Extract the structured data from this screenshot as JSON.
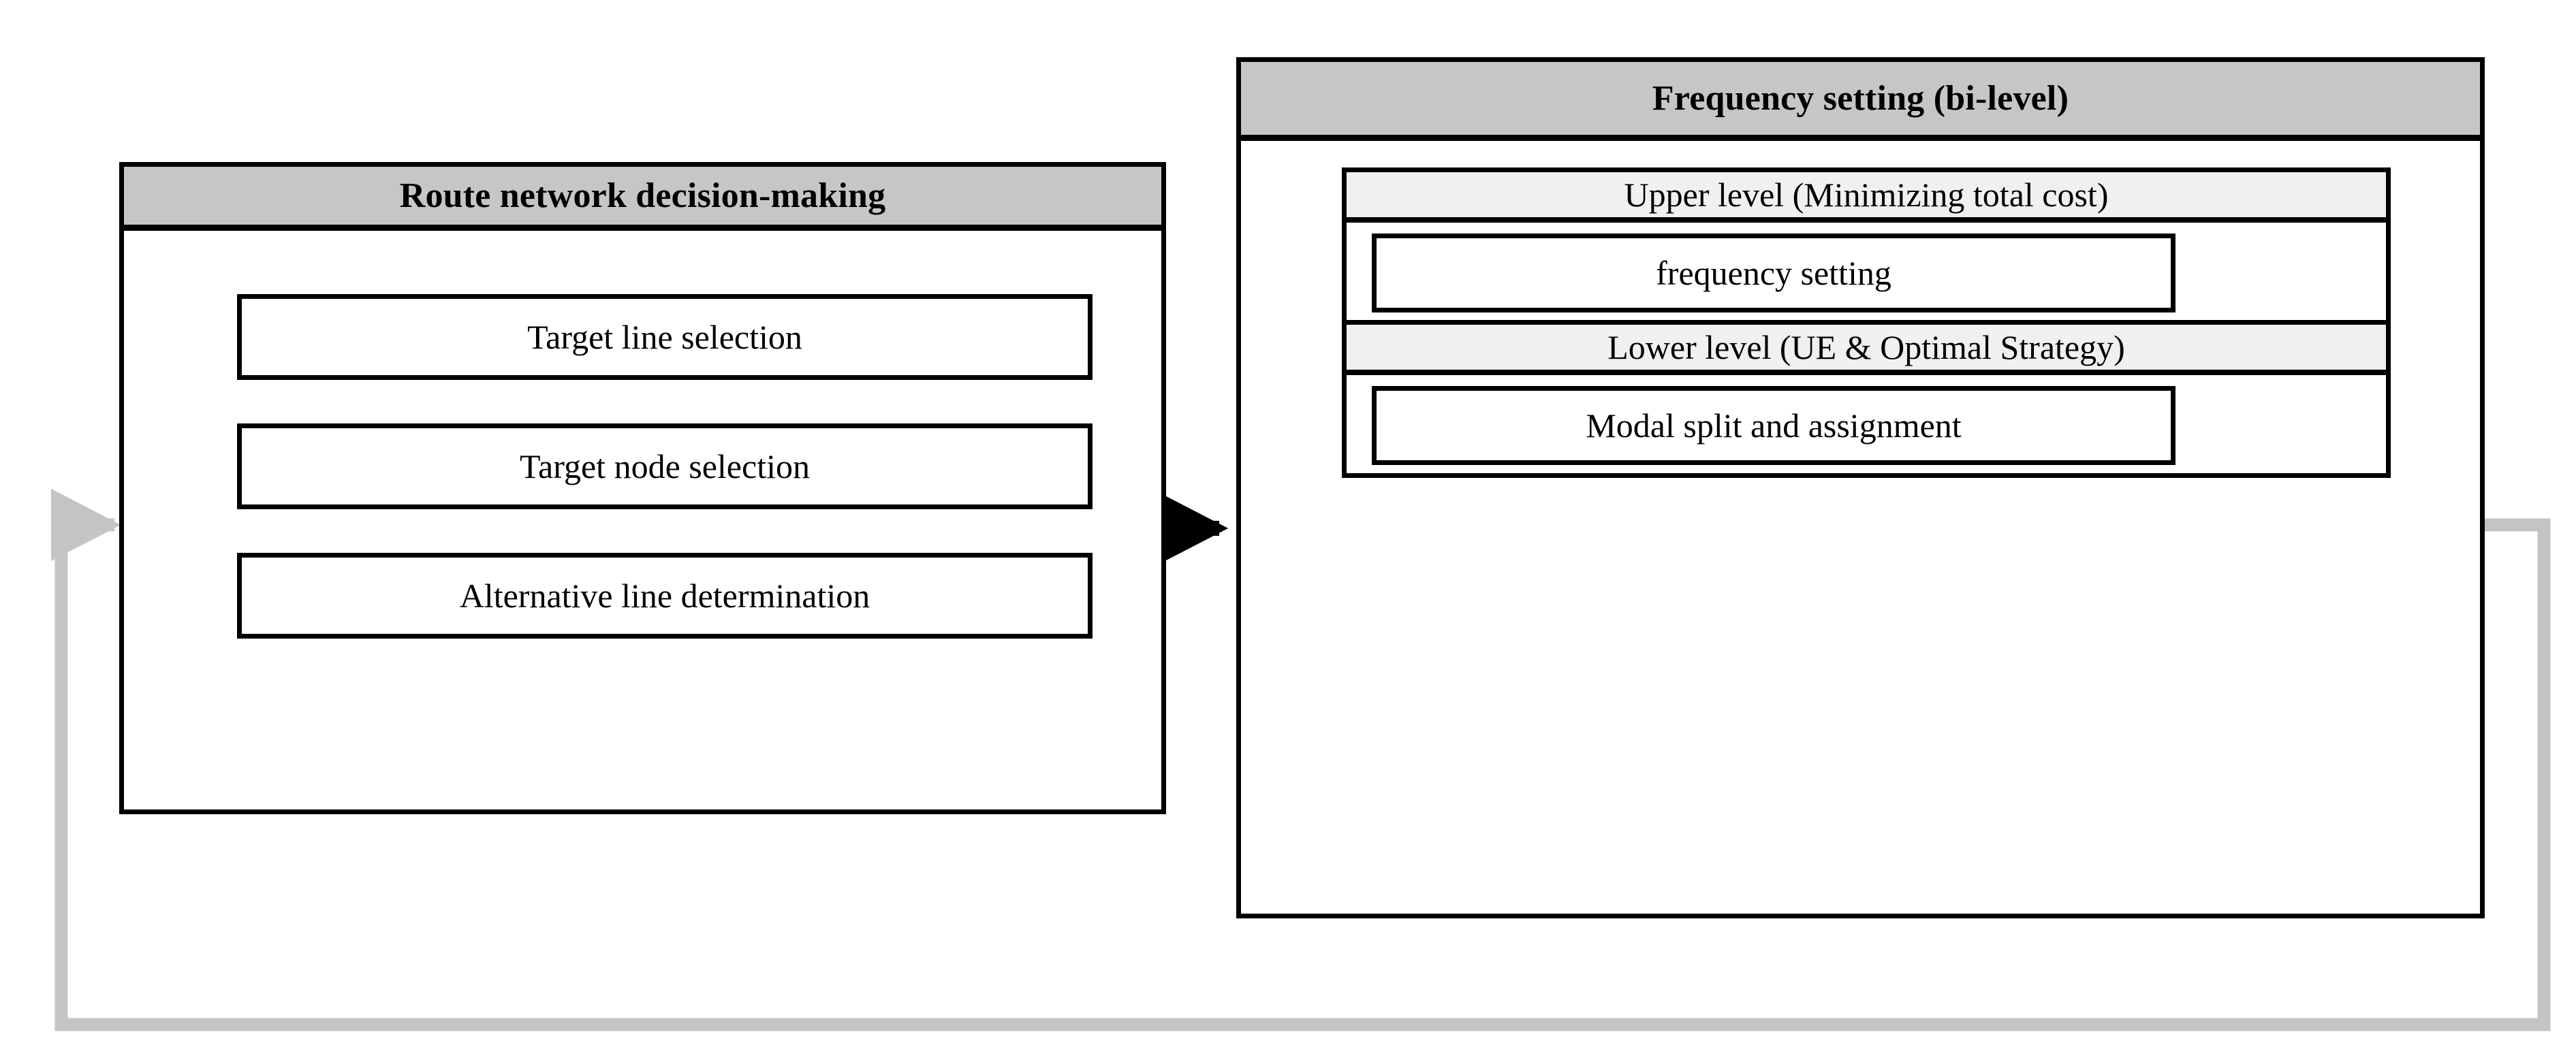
{
  "diagram": {
    "title_hidden": "",
    "colors": {
      "panel_header_fill": "#c6c6c6",
      "level_header_fill": "#f0f0f0",
      "stroke": "#000000",
      "outer_loop": "#c4c4c4",
      "background": "#ffffff"
    }
  },
  "left_panel": {
    "title": "Route network decision-making",
    "steps": [
      {
        "label": "Target line selection"
      },
      {
        "label": "Target node selection"
      },
      {
        "label": "Alternative line determination"
      }
    ]
  },
  "right_panel": {
    "title": "Frequency setting (bi-level)",
    "levels": [
      {
        "title": "Upper level (Minimizing total cost)",
        "box": "frequency setting"
      },
      {
        "title": "Lower level (UE & Optimal Strategy)",
        "box": "Modal split and assignment"
      }
    ]
  },
  "connectors": {
    "main_flow": "left-panel-to-right-panel-arrow",
    "left_feedback": "alternative-line-determination-back-to-target-line-selection",
    "right_inner_feedback_in": "loop-back-into-frequency-setting",
    "right_inner_feedback_out": "frequency-setting-down-to-modal-split-and-assignment",
    "outer_feedback": "frequency-setting-panel-back-to-route-network-panel"
  }
}
